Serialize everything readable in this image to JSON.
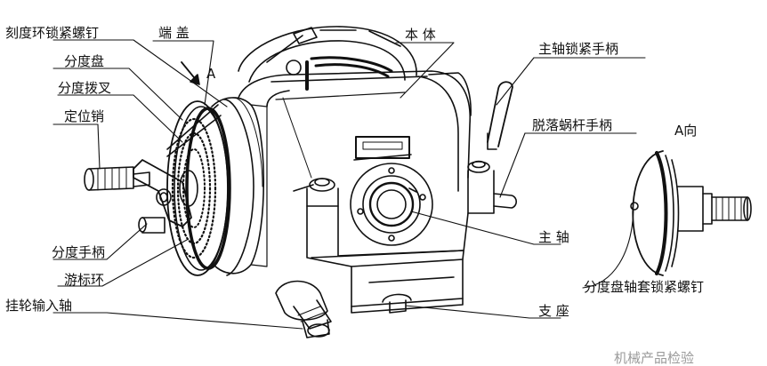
{
  "labels": {
    "dial_lock_screw": "刻度环锁紧螺钉",
    "end_cover": "端  盖",
    "body": "本  体",
    "index_plate": "分度盘",
    "index_fork": "分度拨叉",
    "arrow_a": "A",
    "spindle_lock_handle": "主轴锁紧手柄",
    "locating_pin": "定位销",
    "worm_release_handle": "脱落蜗杆手柄",
    "view_a": "A向",
    "spindle": "主  轴",
    "index_crank": "分度手柄",
    "vernier_ring": "游标环",
    "change_gear_input_shaft": "挂轮输入轴",
    "index_plate_sleeve_lock_screw": "分度盘轴套锁紧螺钉",
    "base": "支  座"
  },
  "watermark": "机械产品检验"
}
